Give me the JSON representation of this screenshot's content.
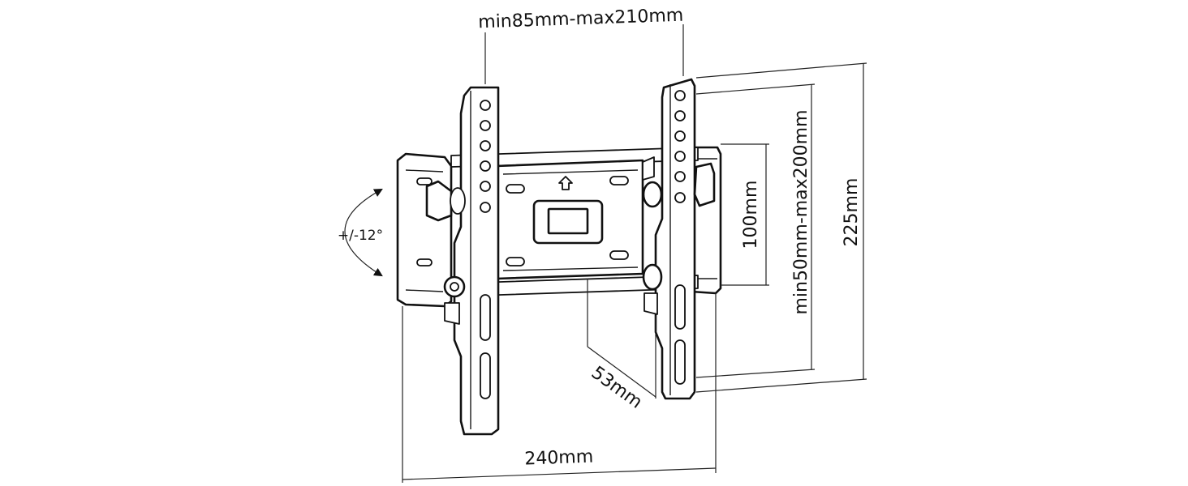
{
  "labels": {
    "vesa_width": "min85mm-max210mm",
    "vesa_height": "min50mm-max200mm",
    "wall_plate_height": "100mm",
    "total_height": "225mm",
    "depth": "53mm",
    "total_width": "240mm",
    "tilt": "+/-12°"
  }
}
